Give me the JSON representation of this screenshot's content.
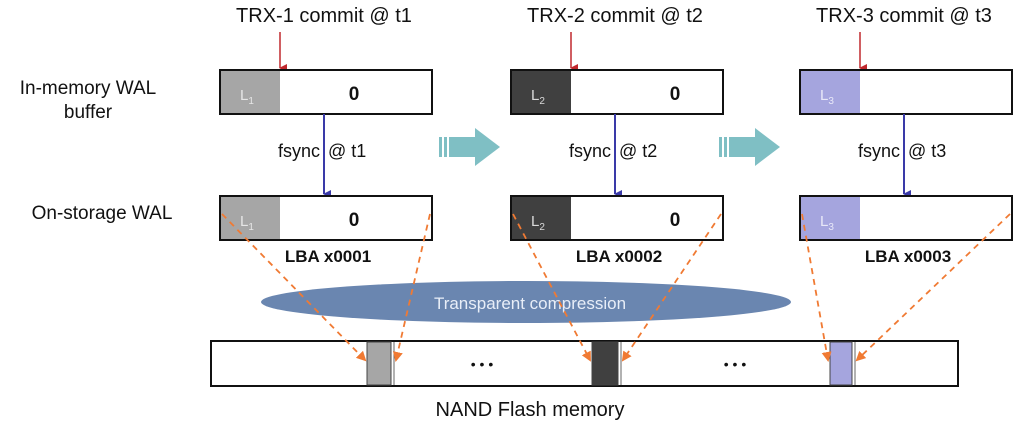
{
  "row_labels": {
    "in_memory_line1": "In-memory WAL",
    "in_memory_line2": "buffer",
    "on_storage": "On-storage WAL"
  },
  "stages": [
    {
      "commit_label": "TRX-1 commit @ t1",
      "fsync_word": "fsync",
      "fsync_time": "@ t1",
      "log_label": "L",
      "log_sub": "1",
      "log_color": "#a6a6a6",
      "log_text_color": "#e6e6e6",
      "buffer_value": "0",
      "storage_value": "0",
      "lba_label": "LBA x0001"
    },
    {
      "commit_label": "TRX-2 commit @ t2",
      "fsync_word": "fsync",
      "fsync_time": "@ t2",
      "log_label": "L",
      "log_sub": "2",
      "log_color": "#404040",
      "log_text_color": "#d9d9d9",
      "buffer_value": "0",
      "storage_value": "0",
      "lba_label": "LBA x0002"
    },
    {
      "commit_label": "TRX-3 commit @ t3",
      "fsync_word": "fsync",
      "fsync_time": "@ t3",
      "log_label": "L",
      "log_sub": "3",
      "log_color": "#a5a5de",
      "log_text_color": "#e8e8f8",
      "buffer_value": "",
      "storage_value": "",
      "lba_label": "LBA x0003"
    }
  ],
  "compression_label": "Transparent compression",
  "flash": {
    "label": "NAND Flash memory",
    "ellipsis": "• • •"
  },
  "colors": {
    "commit_arrow": "#c0282d",
    "fsync_arrow": "#3a3aa8",
    "flow_arrow": "#7fbfc4",
    "mapping_arrow": "#f07a33",
    "ellipse_fill": "#6a86b0",
    "ellipse_text": "#e8eef8"
  }
}
